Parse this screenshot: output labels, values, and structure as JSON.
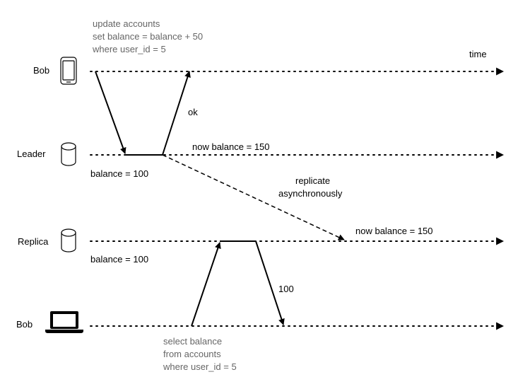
{
  "actors": {
    "bob_top": "Bob",
    "leader": "Leader",
    "replica": "Replica",
    "bob_bottom": "Bob"
  },
  "axis": {
    "time": "time"
  },
  "write_query": {
    "line1": "update accounts",
    "line2": "set balance = balance + 50",
    "line3": "where user_id = 5"
  },
  "read_query": {
    "line1": "select balance",
    "line2": "from accounts",
    "line3": "where user_id = 5"
  },
  "labels": {
    "ok": "ok",
    "leader_new_balance": "now balance = 150",
    "leader_old_balance": "balance = 100",
    "replicate_line1": "replicate",
    "replicate_line2": "asynchronously",
    "replica_new_balance": "now balance = 150",
    "replica_old_balance": "balance = 100",
    "read_result": "100"
  },
  "icons": {
    "bob_top": "smartphone-icon",
    "leader": "database-icon",
    "replica": "database-icon",
    "bob_bottom": "laptop-icon"
  }
}
